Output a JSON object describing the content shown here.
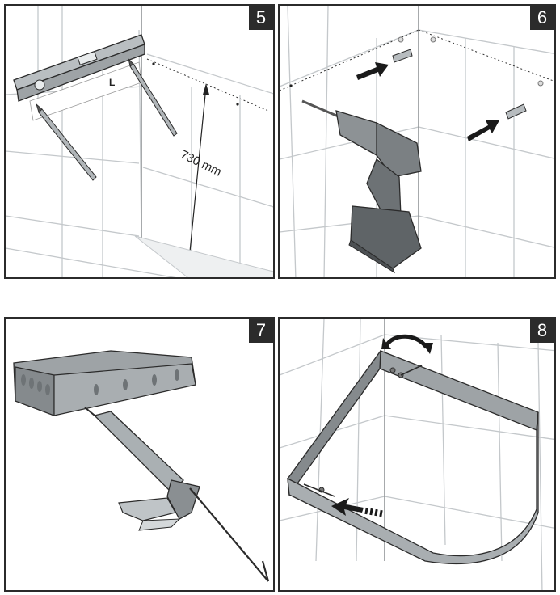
{
  "steps": [
    {
      "number": "5",
      "measurement_label": "730 mm",
      "level_marking": "L"
    },
    {
      "number": "6"
    },
    {
      "number": "7"
    },
    {
      "number": "8"
    }
  ],
  "colors": {
    "outline": "#2b2b2b",
    "tile_grout": "#bfc3c6",
    "tile_face": "#f3f4f5",
    "metal": "#9ea3a6",
    "metal_dark": "#6e7376",
    "arrow": "#1a1a1a"
  },
  "icons": [
    "spirit-level-icon",
    "pencil-icon",
    "drill-icon",
    "wall-plug-icon",
    "screw-icon",
    "silicone-gun-icon",
    "frame-icon",
    "rotate-arrow-icon",
    "push-arrow-icon"
  ]
}
